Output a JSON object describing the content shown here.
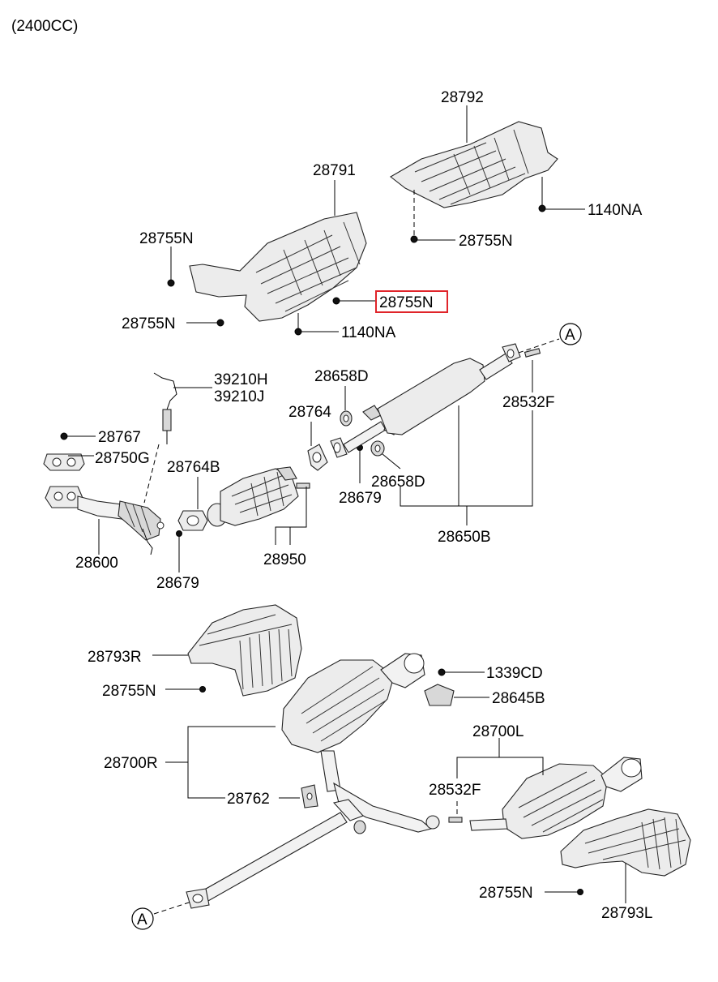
{
  "engine": "(2400CC)",
  "labels": {
    "l28792": "28792",
    "l28791": "28791",
    "l1140NA_a": "1140NA",
    "l28755N_a": "28755N",
    "l28755N_b": "28755N",
    "l28755N_hl": "28755N",
    "l28755N_c": "28755N",
    "l1140NA_b": "1140NA",
    "callout_A_top": "A",
    "l39210H": "39210H",
    "l39210J": "39210J",
    "l28658D_a": "28658D",
    "l28764": "28764",
    "l28532F_a": "28532F",
    "l28767": "28767",
    "l28750G": "28750G",
    "l28764B": "28764B",
    "l28658D_b": "28658D",
    "l28679_a": "28679",
    "l28600": "28600",
    "l28950": "28950",
    "l28650B": "28650B",
    "l28679_b": "28679",
    "l28793R": "28793R",
    "l1339CD": "1339CD",
    "l28755N_d": "28755N",
    "l28645B": "28645B",
    "l28700L": "28700L",
    "l28700R": "28700R",
    "l28532F_b": "28532F",
    "l28762": "28762",
    "l28755N_e": "28755N",
    "l28793L": "28793L",
    "callout_A_bottom": "A"
  },
  "highlight": {
    "part": "28755N",
    "color": "#e0242a"
  }
}
